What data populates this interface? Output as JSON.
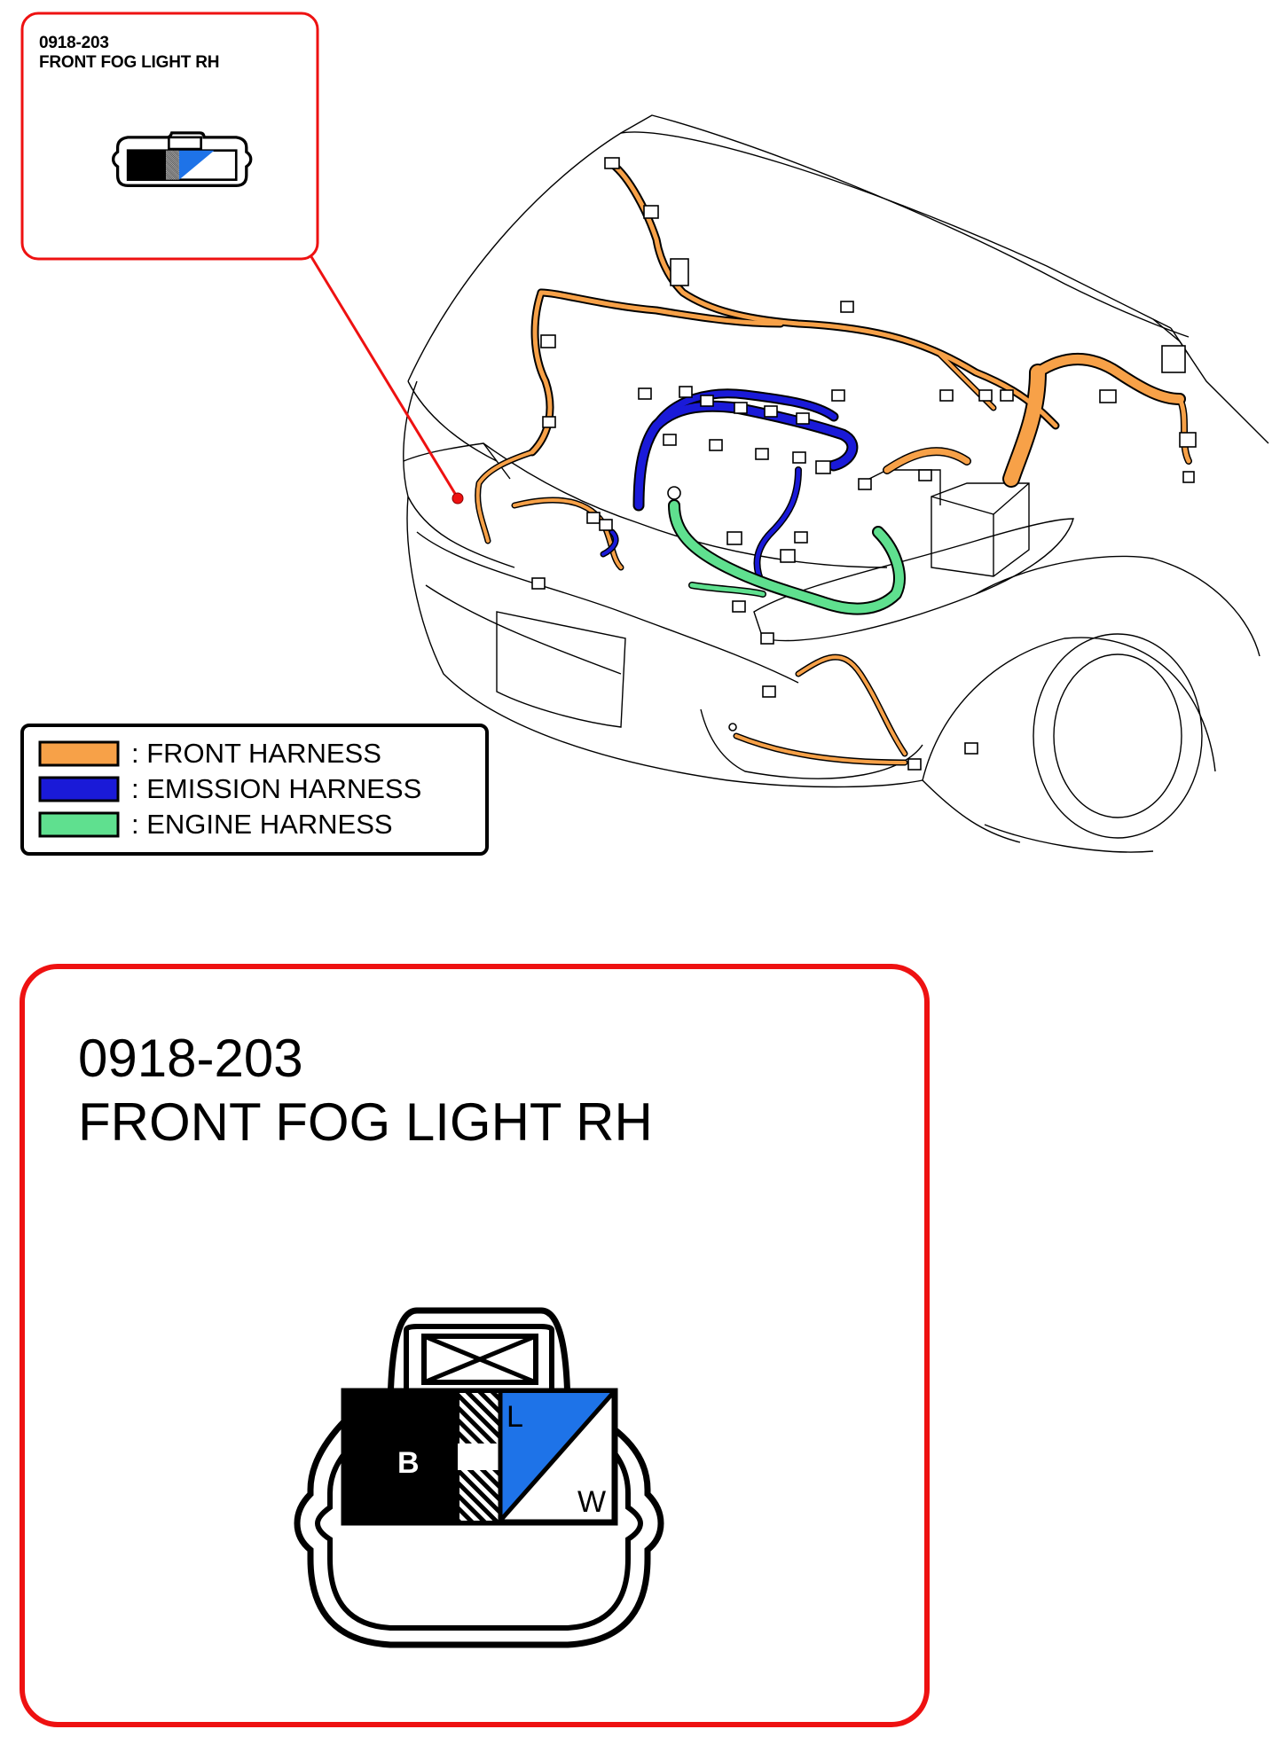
{
  "callout_small": {
    "code": "0918-203",
    "name": "FRONT FOG LIGHT RH"
  },
  "callout_large": {
    "code": "0918-203",
    "name": "FRONT FOG LIGHT RH"
  },
  "connector": {
    "terminals": [
      {
        "label": "B",
        "fill": "#000000"
      },
      {
        "label": "",
        "fill": "hatched"
      },
      {
        "label": "L",
        "fill": "#1e73e8"
      },
      {
        "label": "W",
        "fill": "#ffffff"
      }
    ]
  },
  "legend": [
    {
      "color": "#f7a148",
      "label": ": FRONT HARNESS"
    },
    {
      "color": "#1a1ad8",
      "label": ": EMISSION HARNESS"
    },
    {
      "color": "#5fe08f",
      "label": ": ENGINE HARNESS"
    }
  ],
  "colors": {
    "callout_border": "#ee1111",
    "front_harness": "#f7a148",
    "emission_harness": "#1a1ad8",
    "engine_harness": "#5fe08f"
  }
}
